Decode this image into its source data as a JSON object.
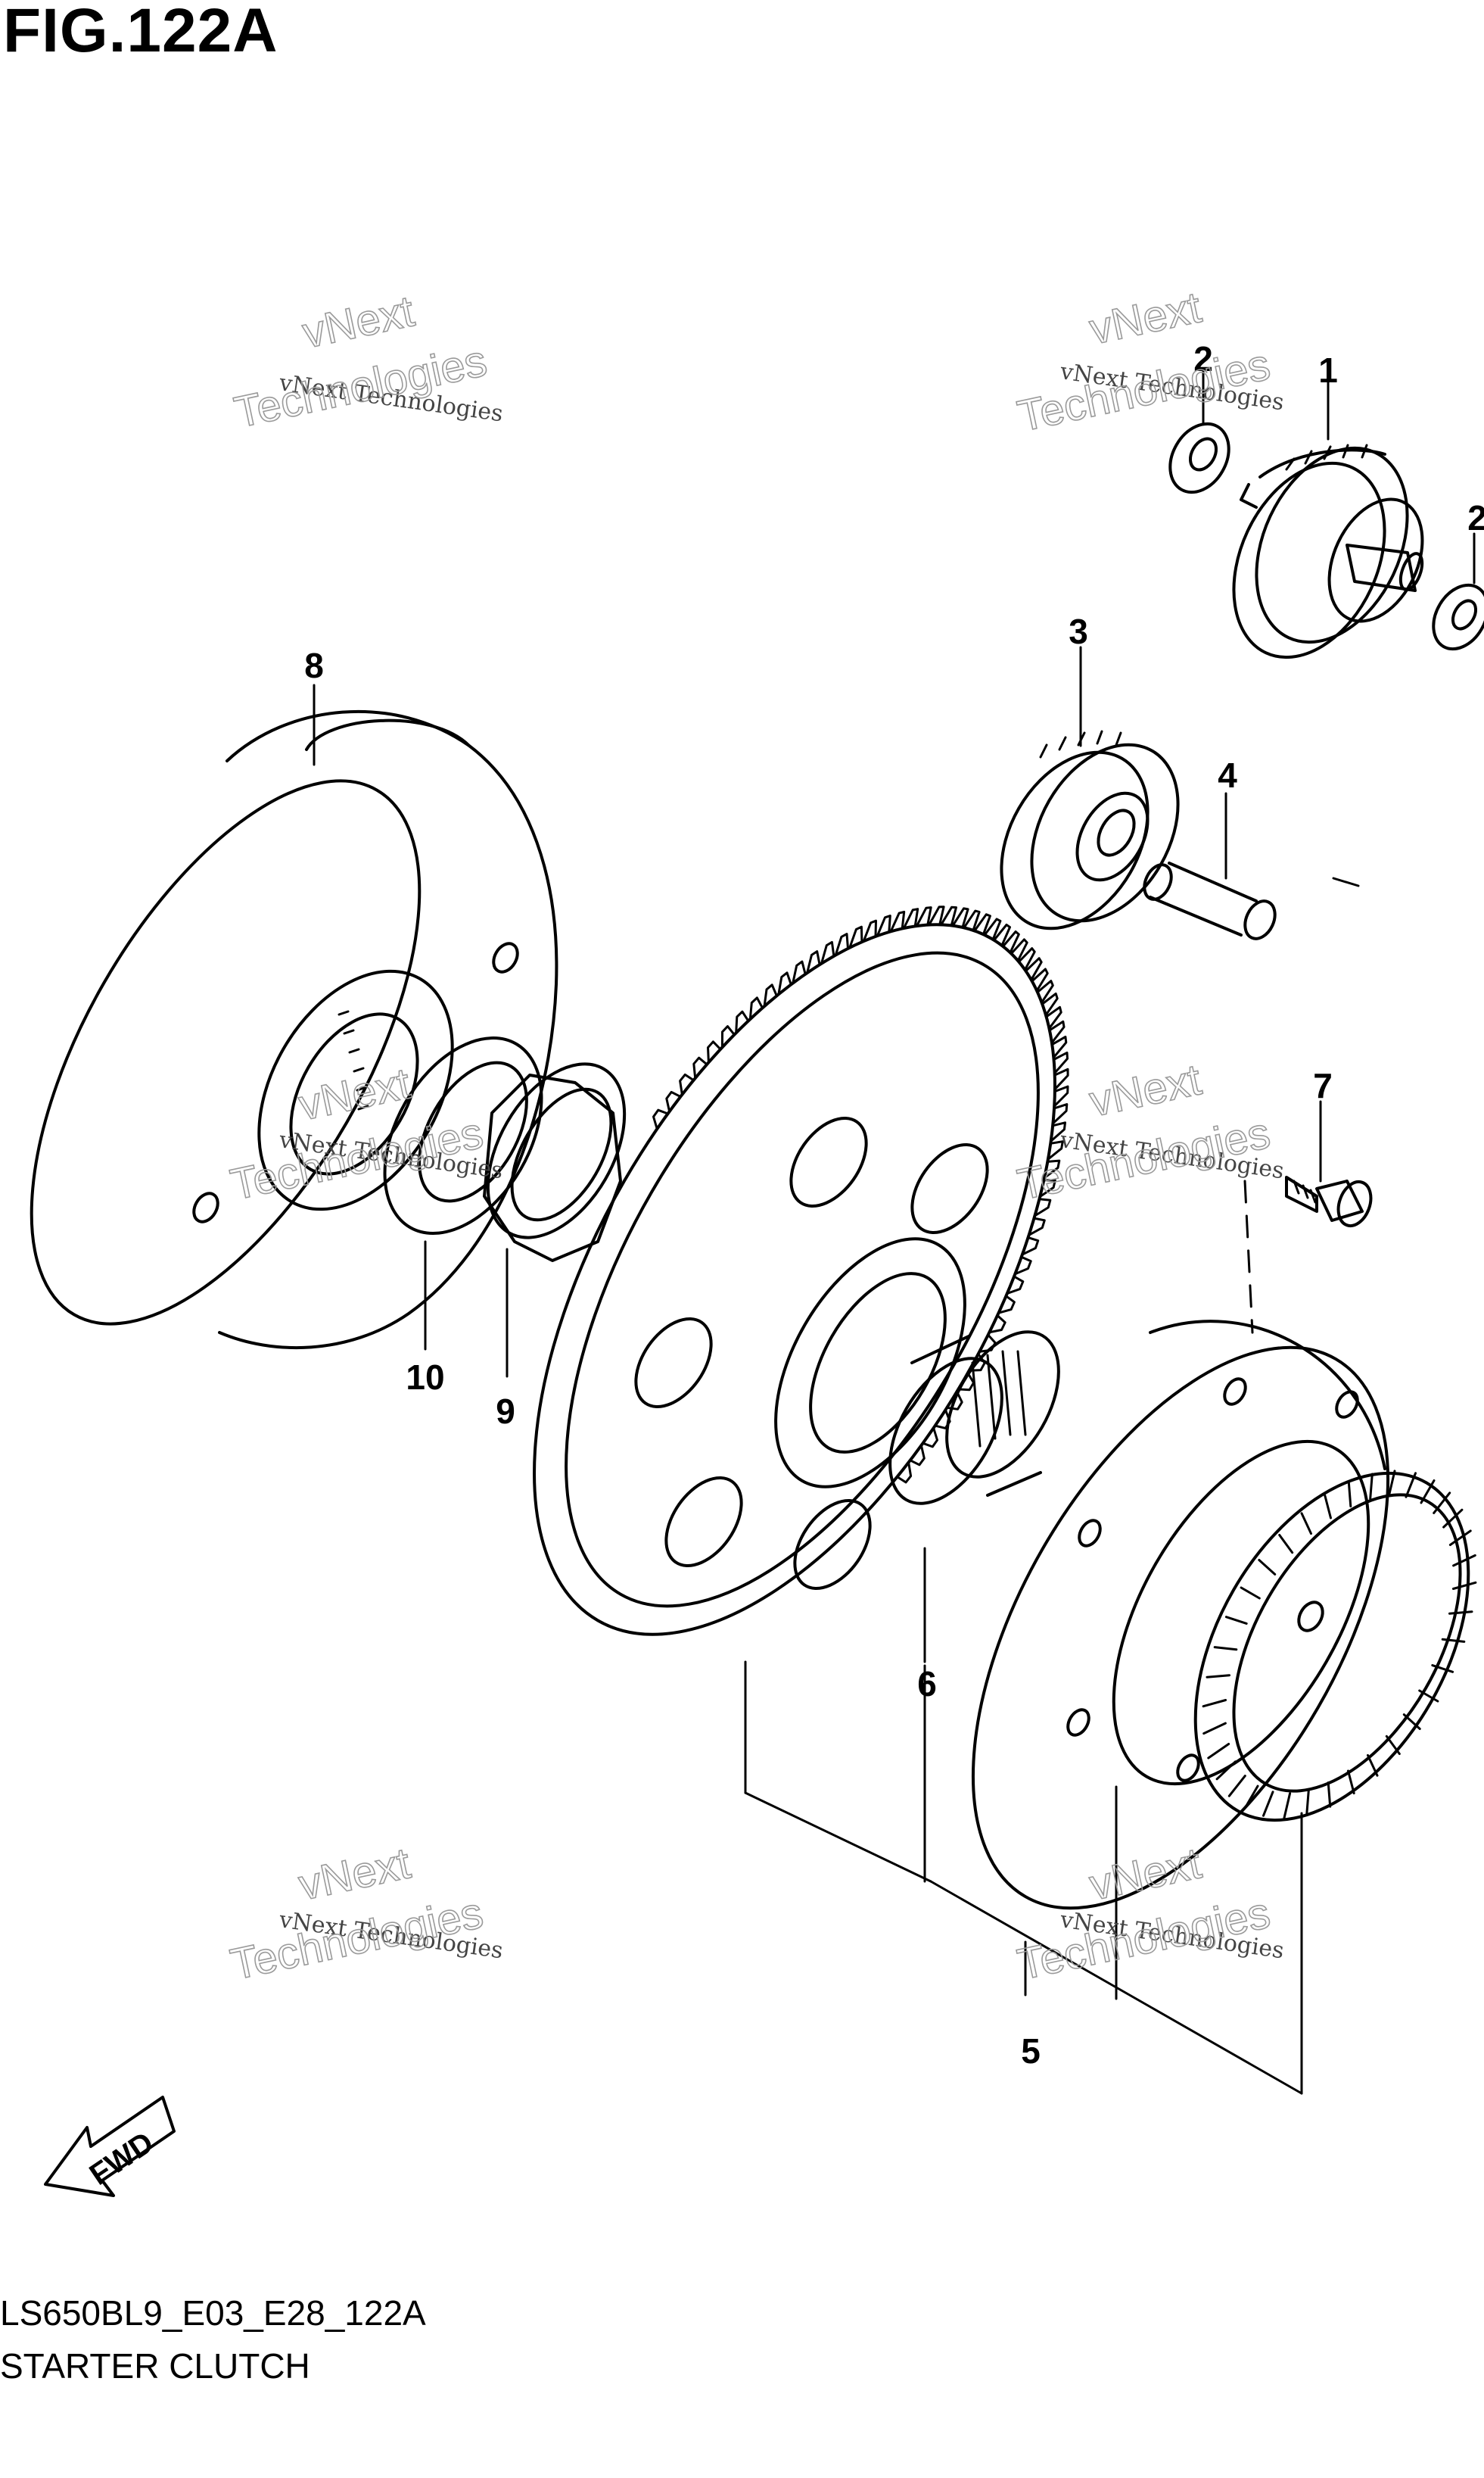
{
  "figure": {
    "title": "FIG.122A",
    "model_code": "LS650BL9_E03_E28_122A",
    "name": "STARTER CLUTCH"
  },
  "callouts": [
    {
      "number": "1"
    },
    {
      "number": "2"
    },
    {
      "number": "2"
    },
    {
      "number": "3"
    },
    {
      "number": "4"
    },
    {
      "number": "5"
    },
    {
      "number": "6"
    },
    {
      "number": "7"
    },
    {
      "number": "8"
    },
    {
      "number": "9"
    },
    {
      "number": "10"
    }
  ],
  "fwd_label": "FWD",
  "watermark": {
    "line1": "vNext Technologies",
    "line2a": "vNext",
    "line2b": "Technologies"
  },
  "colors": {
    "ink": "#000000",
    "paper": "#ffffff",
    "watermark": "#9a9a9a"
  }
}
